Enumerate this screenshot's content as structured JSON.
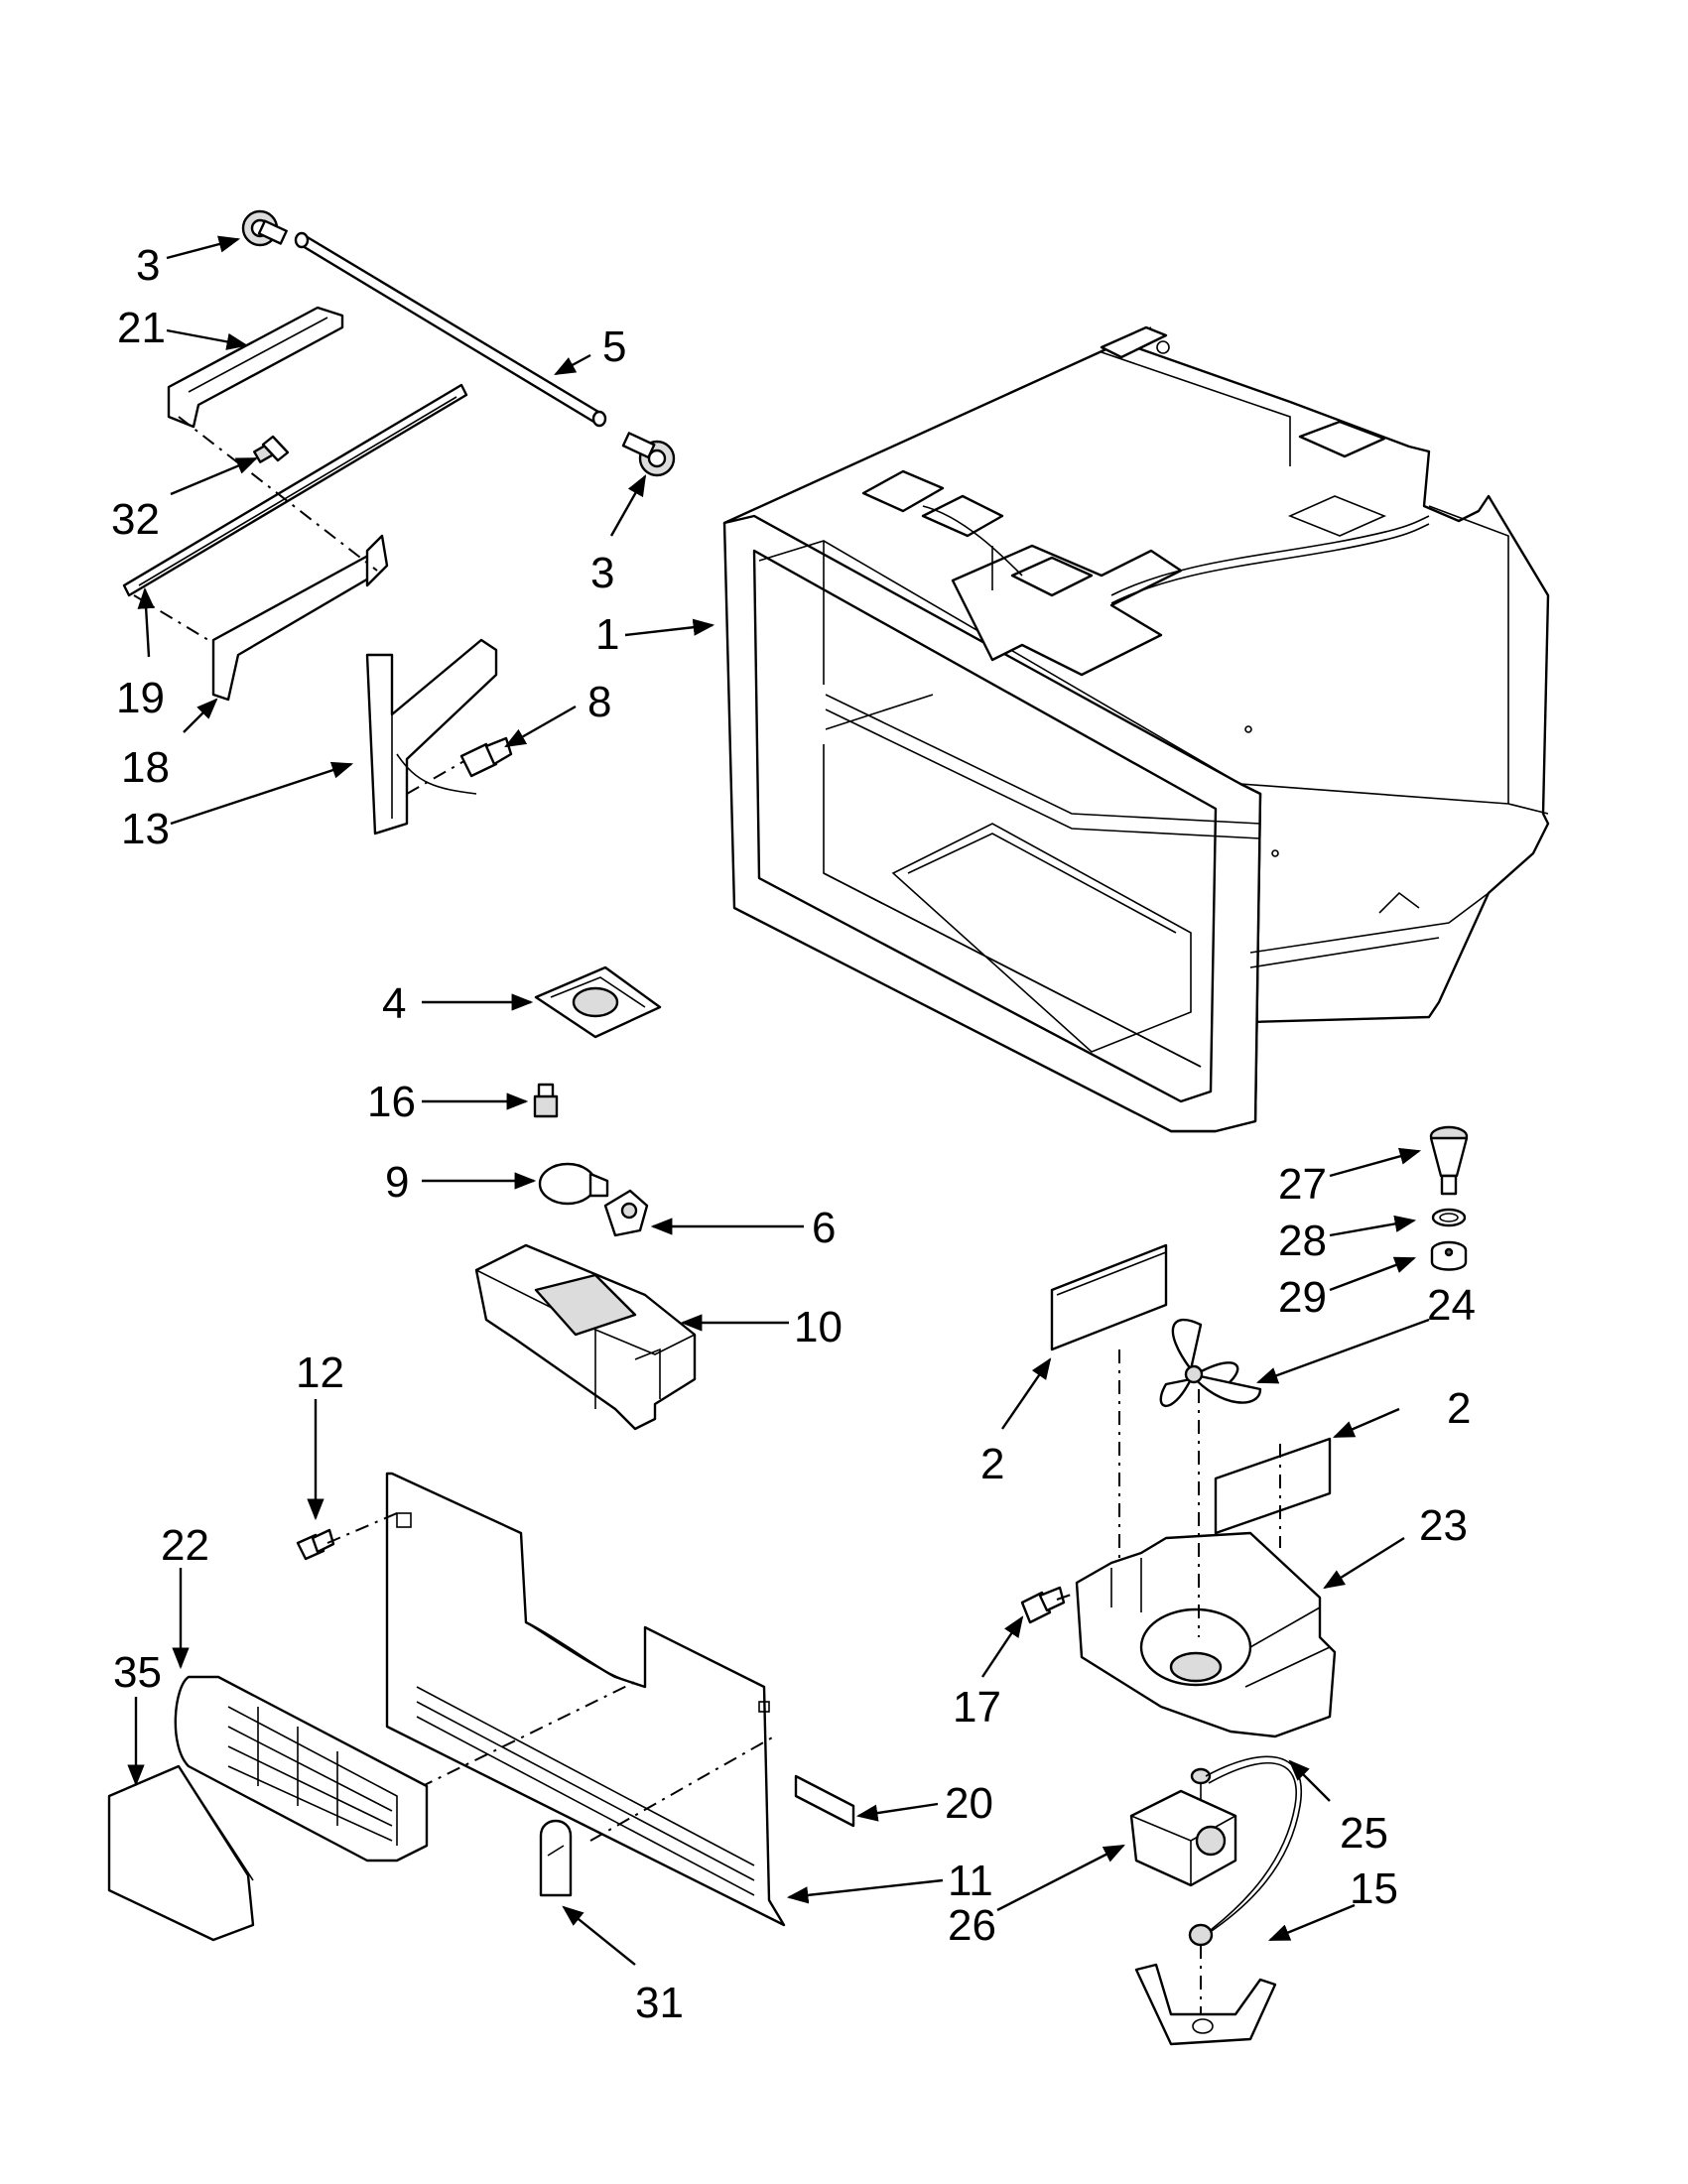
{
  "callouts": [
    {
      "id": "c3a",
      "label": "3"
    },
    {
      "id": "c21",
      "label": "21"
    },
    {
      "id": "c5",
      "label": "5"
    },
    {
      "id": "c32",
      "label": "32"
    },
    {
      "id": "c3b",
      "label": "3"
    },
    {
      "id": "c1",
      "label": "1"
    },
    {
      "id": "c19",
      "label": "19"
    },
    {
      "id": "c18",
      "label": "18"
    },
    {
      "id": "c8",
      "label": "8"
    },
    {
      "id": "c13",
      "label": "13"
    },
    {
      "id": "c4",
      "label": "4"
    },
    {
      "id": "c16",
      "label": "16"
    },
    {
      "id": "c9",
      "label": "9"
    },
    {
      "id": "c6",
      "label": "6"
    },
    {
      "id": "c27",
      "label": "27"
    },
    {
      "id": "c28",
      "label": "28"
    },
    {
      "id": "c29",
      "label": "29"
    },
    {
      "id": "c10",
      "label": "10"
    },
    {
      "id": "c24",
      "label": "24"
    },
    {
      "id": "c12",
      "label": "12"
    },
    {
      "id": "c2a",
      "label": "2"
    },
    {
      "id": "c2b",
      "label": "2"
    },
    {
      "id": "c22",
      "label": "22"
    },
    {
      "id": "c23",
      "label": "23"
    },
    {
      "id": "c35",
      "label": "35"
    },
    {
      "id": "c17",
      "label": "17"
    },
    {
      "id": "c20",
      "label": "20"
    },
    {
      "id": "c25",
      "label": "25"
    },
    {
      "id": "c11",
      "label": "11"
    },
    {
      "id": "c26",
      "label": "26"
    },
    {
      "id": "c15",
      "label": "15"
    },
    {
      "id": "c31",
      "label": "31"
    }
  ]
}
